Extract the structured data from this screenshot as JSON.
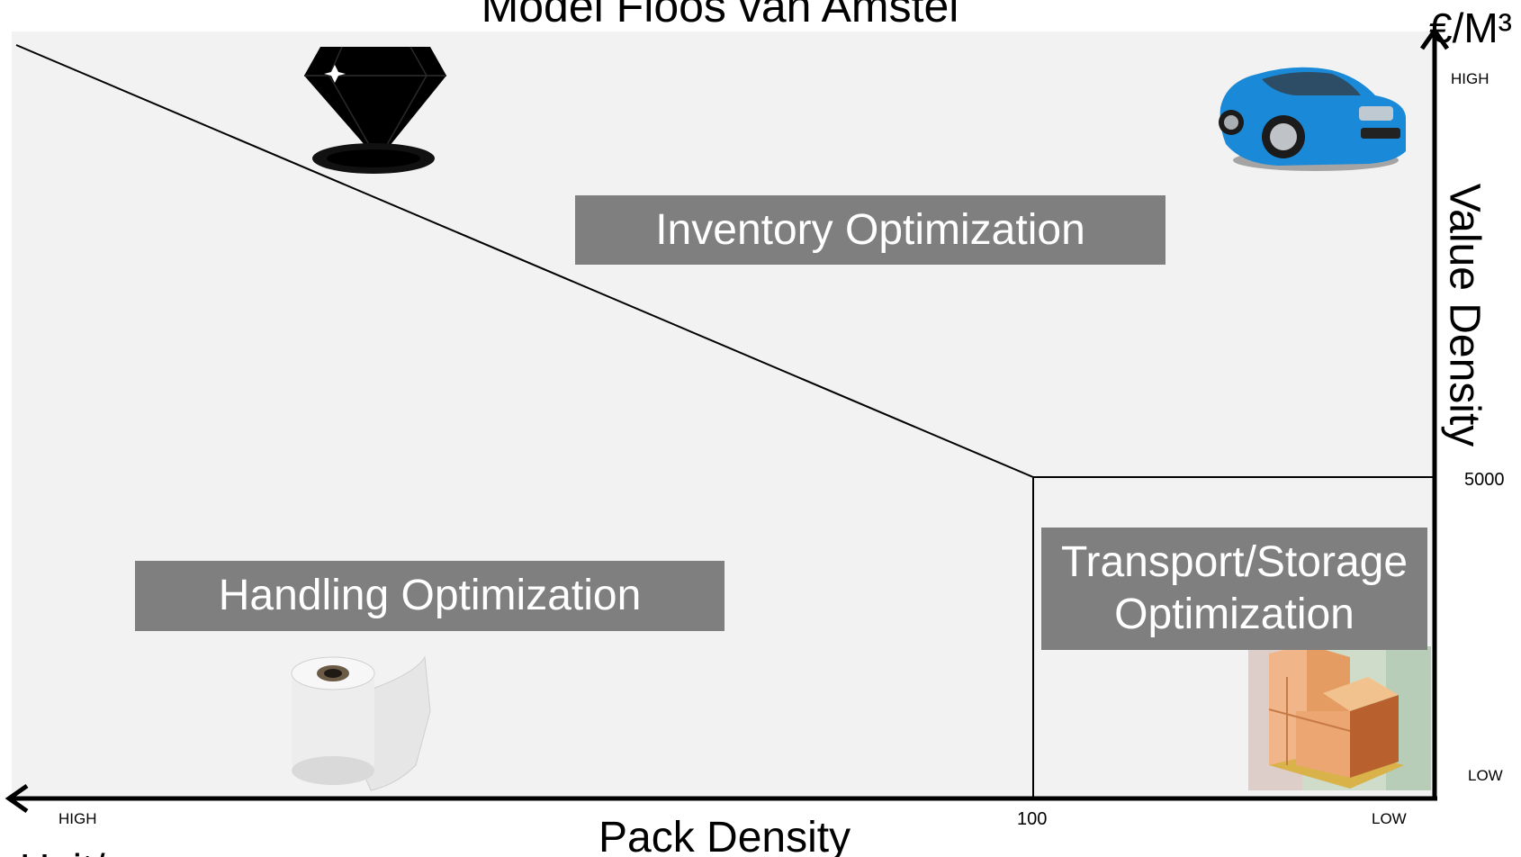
{
  "title": "Model Floos van Amstel",
  "zones": {
    "inventory": "Inventory Optimization",
    "handling": "Handling Optimization",
    "transport": "Transport/Storage\nOptimization"
  },
  "y_axis": {
    "title": "Value Density",
    "unit": "€/M³",
    "high_label": "HIGH",
    "low_label": "LOW",
    "threshold": "5000"
  },
  "x_axis": {
    "title": "Pack Density",
    "unit": "Unit/",
    "high_label": "HIGH",
    "low_label": "LOW",
    "threshold": "100"
  },
  "colors": {
    "plot_background": "#f2f2f2",
    "zone_box": "#7f7f7f",
    "zone_text": "#ffffff",
    "lines": "#000000"
  },
  "pictures": [
    "diamond-icon",
    "car-icon",
    "toilet-paper-icon",
    "pallet-boxes-icon"
  ]
}
